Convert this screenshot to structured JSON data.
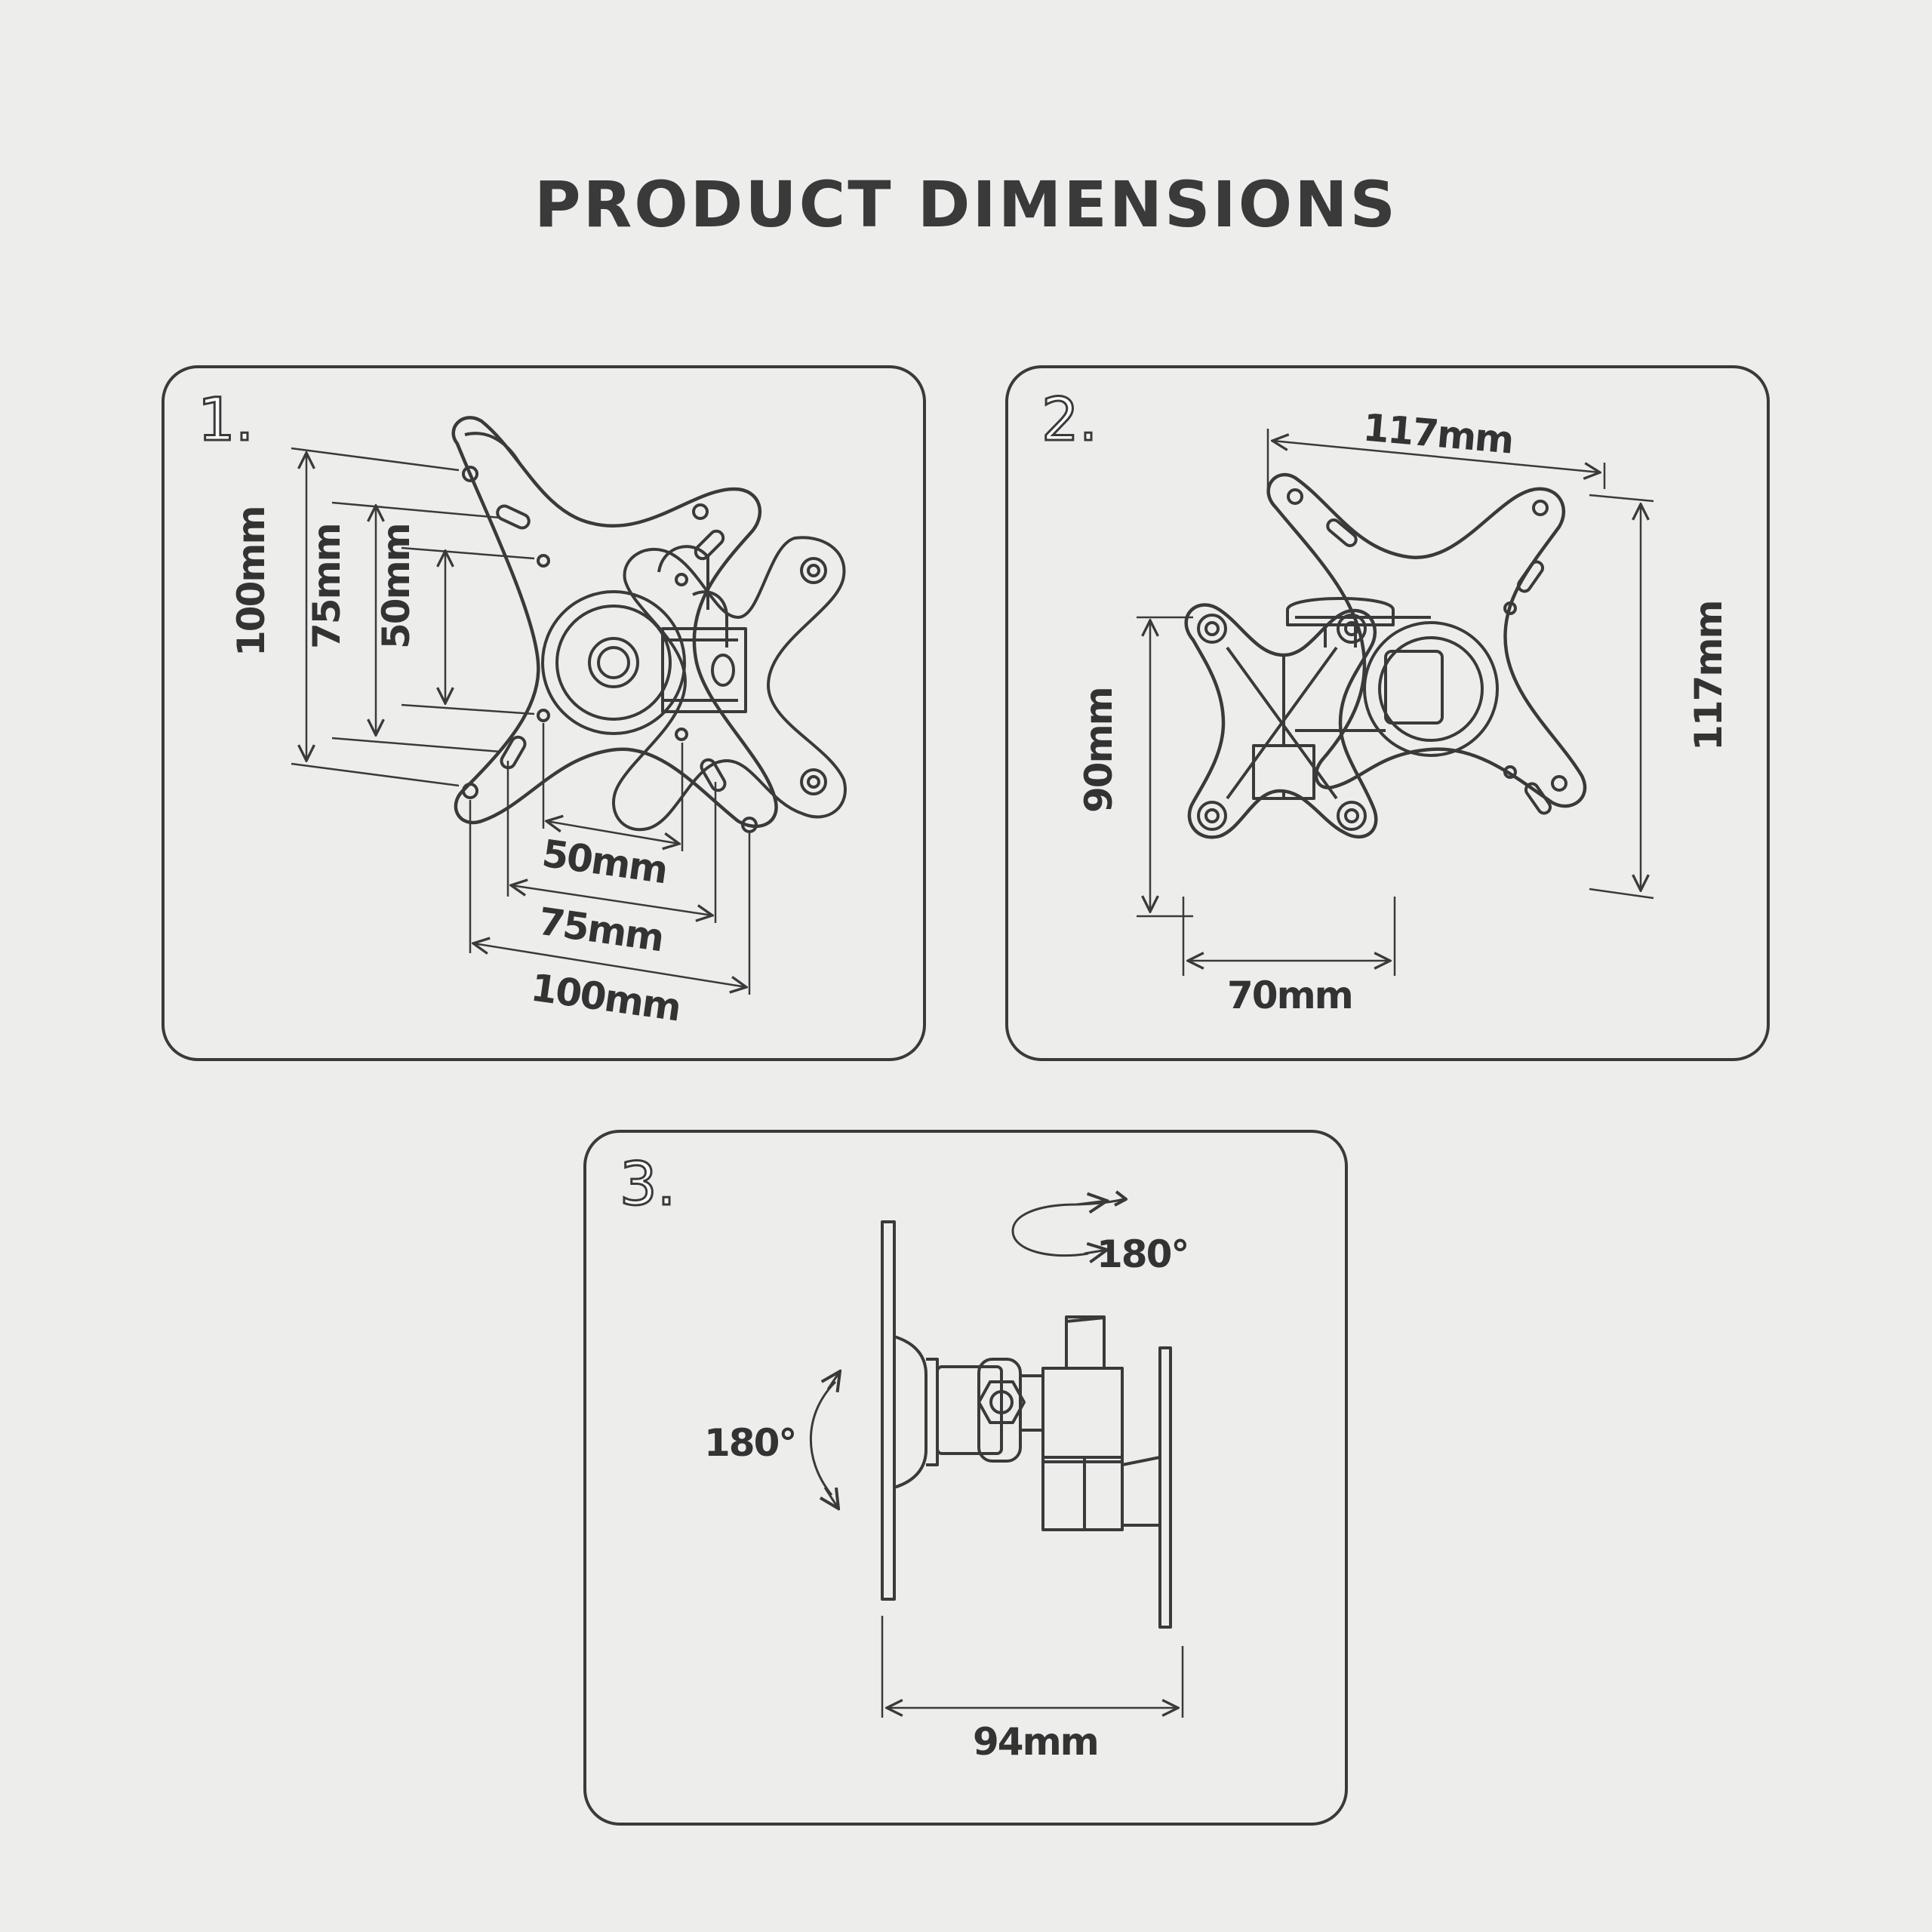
{
  "page": {
    "title": "PRODUCT DIMENSIONS"
  },
  "panels": [
    {
      "number": "1.",
      "labels": {
        "v100": "100mm",
        "v75": "75mm",
        "v50": "50mm",
        "h50": "50mm",
        "h75": "75mm",
        "h100": "100mm"
      }
    },
    {
      "number": "2.",
      "labels": {
        "top": "117mm",
        "right": "117mm",
        "left": "90mm",
        "bottom": "70mm"
      }
    },
    {
      "number": "3.",
      "labels": {
        "rotate_top": "180°",
        "rotate_left": "180°",
        "bottom": "94mm"
      }
    }
  ],
  "colors": {
    "background": "#edeeec",
    "line": "#3a3a3a",
    "text": "#333333"
  }
}
